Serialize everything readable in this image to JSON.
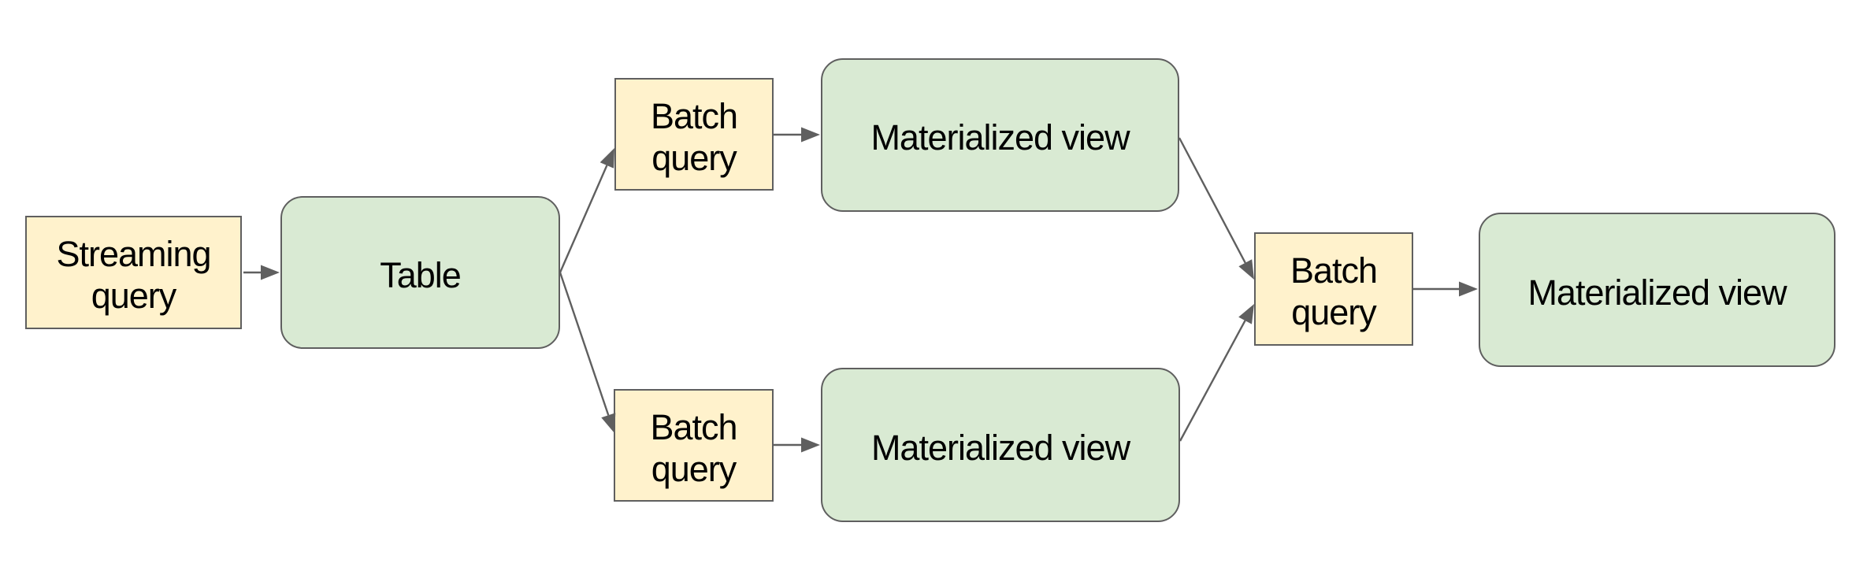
{
  "diagram": {
    "background": "#ffffff",
    "colors": {
      "yellow_fill": "#fff2cc",
      "green_fill": "#d9ead3",
      "stroke": "#5f5f5f",
      "text": "#000000"
    },
    "nodes": [
      {
        "id": "streaming-query",
        "shape": "rectangle",
        "fill": "#fff2cc",
        "label": "Streaming query",
        "lines": [
          "Streaming",
          "query"
        ]
      },
      {
        "id": "table",
        "shape": "rounded-rectangle",
        "fill": "#d9ead3",
        "label": "Table",
        "lines": [
          "Table"
        ]
      },
      {
        "id": "batch-query-top",
        "shape": "rectangle",
        "fill": "#fff2cc",
        "label": "Batch query",
        "lines": [
          "Batch",
          "query"
        ]
      },
      {
        "id": "mv-top",
        "shape": "rounded-rectangle",
        "fill": "#d9ead3",
        "label": "Materialized view",
        "lines": [
          "Materialized view"
        ]
      },
      {
        "id": "batch-query-bottom",
        "shape": "rectangle",
        "fill": "#fff2cc",
        "label": "Batch query",
        "lines": [
          "Batch",
          "query"
        ]
      },
      {
        "id": "mv-bottom",
        "shape": "rounded-rectangle",
        "fill": "#d9ead3",
        "label": "Materialized view",
        "lines": [
          "Materialized view"
        ]
      },
      {
        "id": "batch-query-right",
        "shape": "rectangle",
        "fill": "#fff2cc",
        "label": "Batch query",
        "lines": [
          "Batch",
          "query"
        ]
      },
      {
        "id": "mv-right",
        "shape": "rounded-rectangle",
        "fill": "#d9ead3",
        "label": "Materialized view",
        "lines": [
          "Materialized view"
        ]
      }
    ],
    "edges": [
      {
        "from": "streaming-query",
        "to": "table"
      },
      {
        "from": "table",
        "to": "batch-query-top"
      },
      {
        "from": "table",
        "to": "batch-query-bottom"
      },
      {
        "from": "batch-query-top",
        "to": "mv-top"
      },
      {
        "from": "batch-query-bottom",
        "to": "mv-bottom"
      },
      {
        "from": "mv-top",
        "to": "batch-query-right"
      },
      {
        "from": "mv-bottom",
        "to": "batch-query-right"
      },
      {
        "from": "batch-query-right",
        "to": "mv-right"
      }
    ]
  }
}
